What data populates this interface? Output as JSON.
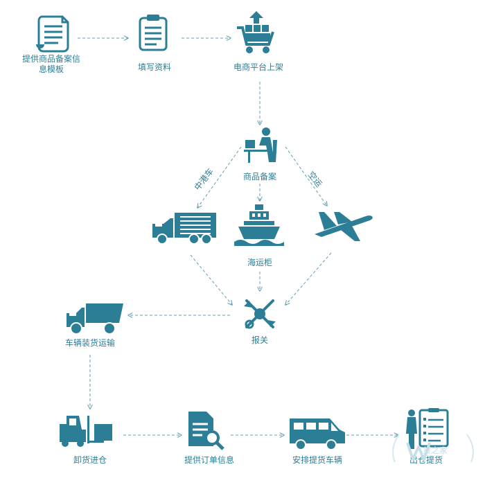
{
  "steps": {
    "provide_template": "提供商品备案信息模板",
    "fill_info": "填写资料",
    "ecommerce_listing": "电商平台上架",
    "product_filing": "商品备案",
    "sea_container": "海运柜",
    "customs_declaration": "报关",
    "truck_loading": "车辆装货运输",
    "unload_warehouse": "卸货进仓",
    "order_info": "提供订单信息",
    "arrange_vehicle": "安排提货车辆",
    "pickup": "出仓提货"
  },
  "routes": {
    "hk_truck": "中港车",
    "air": "空运"
  },
  "watermark": {
    "text": "货之家"
  },
  "colors": {
    "primary": "#2c7e97",
    "arrow": "#7fb4c6"
  }
}
